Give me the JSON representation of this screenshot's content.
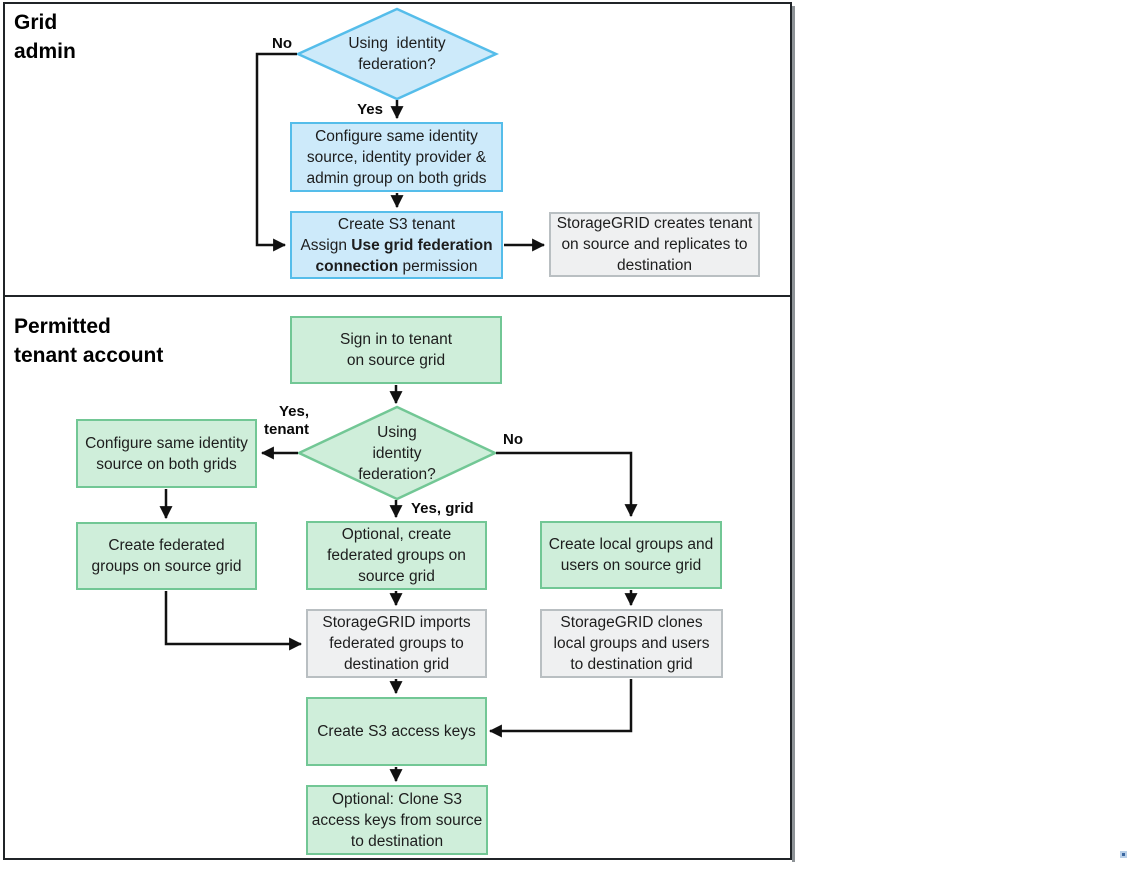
{
  "top_panel": {
    "title_line1": "Grid",
    "title_line2": "admin",
    "diamond": {
      "line1": "Using  identity",
      "line2": "federation?"
    },
    "labels": {
      "no": "No",
      "yes": "Yes"
    },
    "config_box": {
      "lines": [
        "Configure same identity",
        "source, identity provider &",
        "admin group on both grids"
      ]
    },
    "tenant_box": {
      "line1": "Create S3 tenant",
      "line2_normal": "Assign ",
      "line2_bold": "Use grid federation",
      "line3_bold": "connection",
      "line3_normal": " permission"
    },
    "replicate_box": {
      "lines": [
        "StorageGRID creates tenant",
        "on source and replicates to",
        "destination"
      ]
    }
  },
  "bottom_panel": {
    "title_line1": "Permitted",
    "title_line2": "tenant account",
    "signin_box": {
      "lines": [
        "Sign in to tenant",
        "on source grid"
      ]
    },
    "diamond": {
      "line1": "Using",
      "line2": "identity",
      "line3": "federation?"
    },
    "labels": {
      "yes_tenant_line1": "Yes,",
      "yes_tenant_line2": "tenant",
      "no": "No",
      "yes_grid": "Yes, grid"
    },
    "configure_box": {
      "lines": [
        "Configure same identity",
        "source on both grids"
      ]
    },
    "federated_box": {
      "lines": [
        "Create federated",
        "groups on source grid"
      ]
    },
    "optional_create_box": {
      "lines": [
        "Optional, create",
        "federated groups on",
        "source grid"
      ]
    },
    "imports_box": {
      "lines": [
        "StorageGRID imports",
        "federated groups to",
        "destination grid"
      ]
    },
    "local_box": {
      "lines": [
        "Create local groups and",
        "users on source grid"
      ]
    },
    "clones_box": {
      "lines": [
        "StorageGRID clones",
        "local groups and users",
        "to destination grid"
      ]
    },
    "keys_box": {
      "lines": [
        "Create S3 access keys"
      ]
    },
    "clone_keys_box": {
      "lines": [
        "Optional: Clone S3",
        "access keys from source",
        "to destination"
      ]
    }
  },
  "colors": {
    "blue_fill": "#cdeafa",
    "blue_border": "#55bdea",
    "green_fill": "#cfeeda",
    "green_border": "#72c795",
    "gray_fill": "#eff0f1",
    "gray_border": "#b9bfc2",
    "panel_border": "#202428",
    "shadow": "#8e9397",
    "arrow": "#111111",
    "dot_inner": "#3a66a0",
    "dot_outer": "#b8cfe8"
  }
}
